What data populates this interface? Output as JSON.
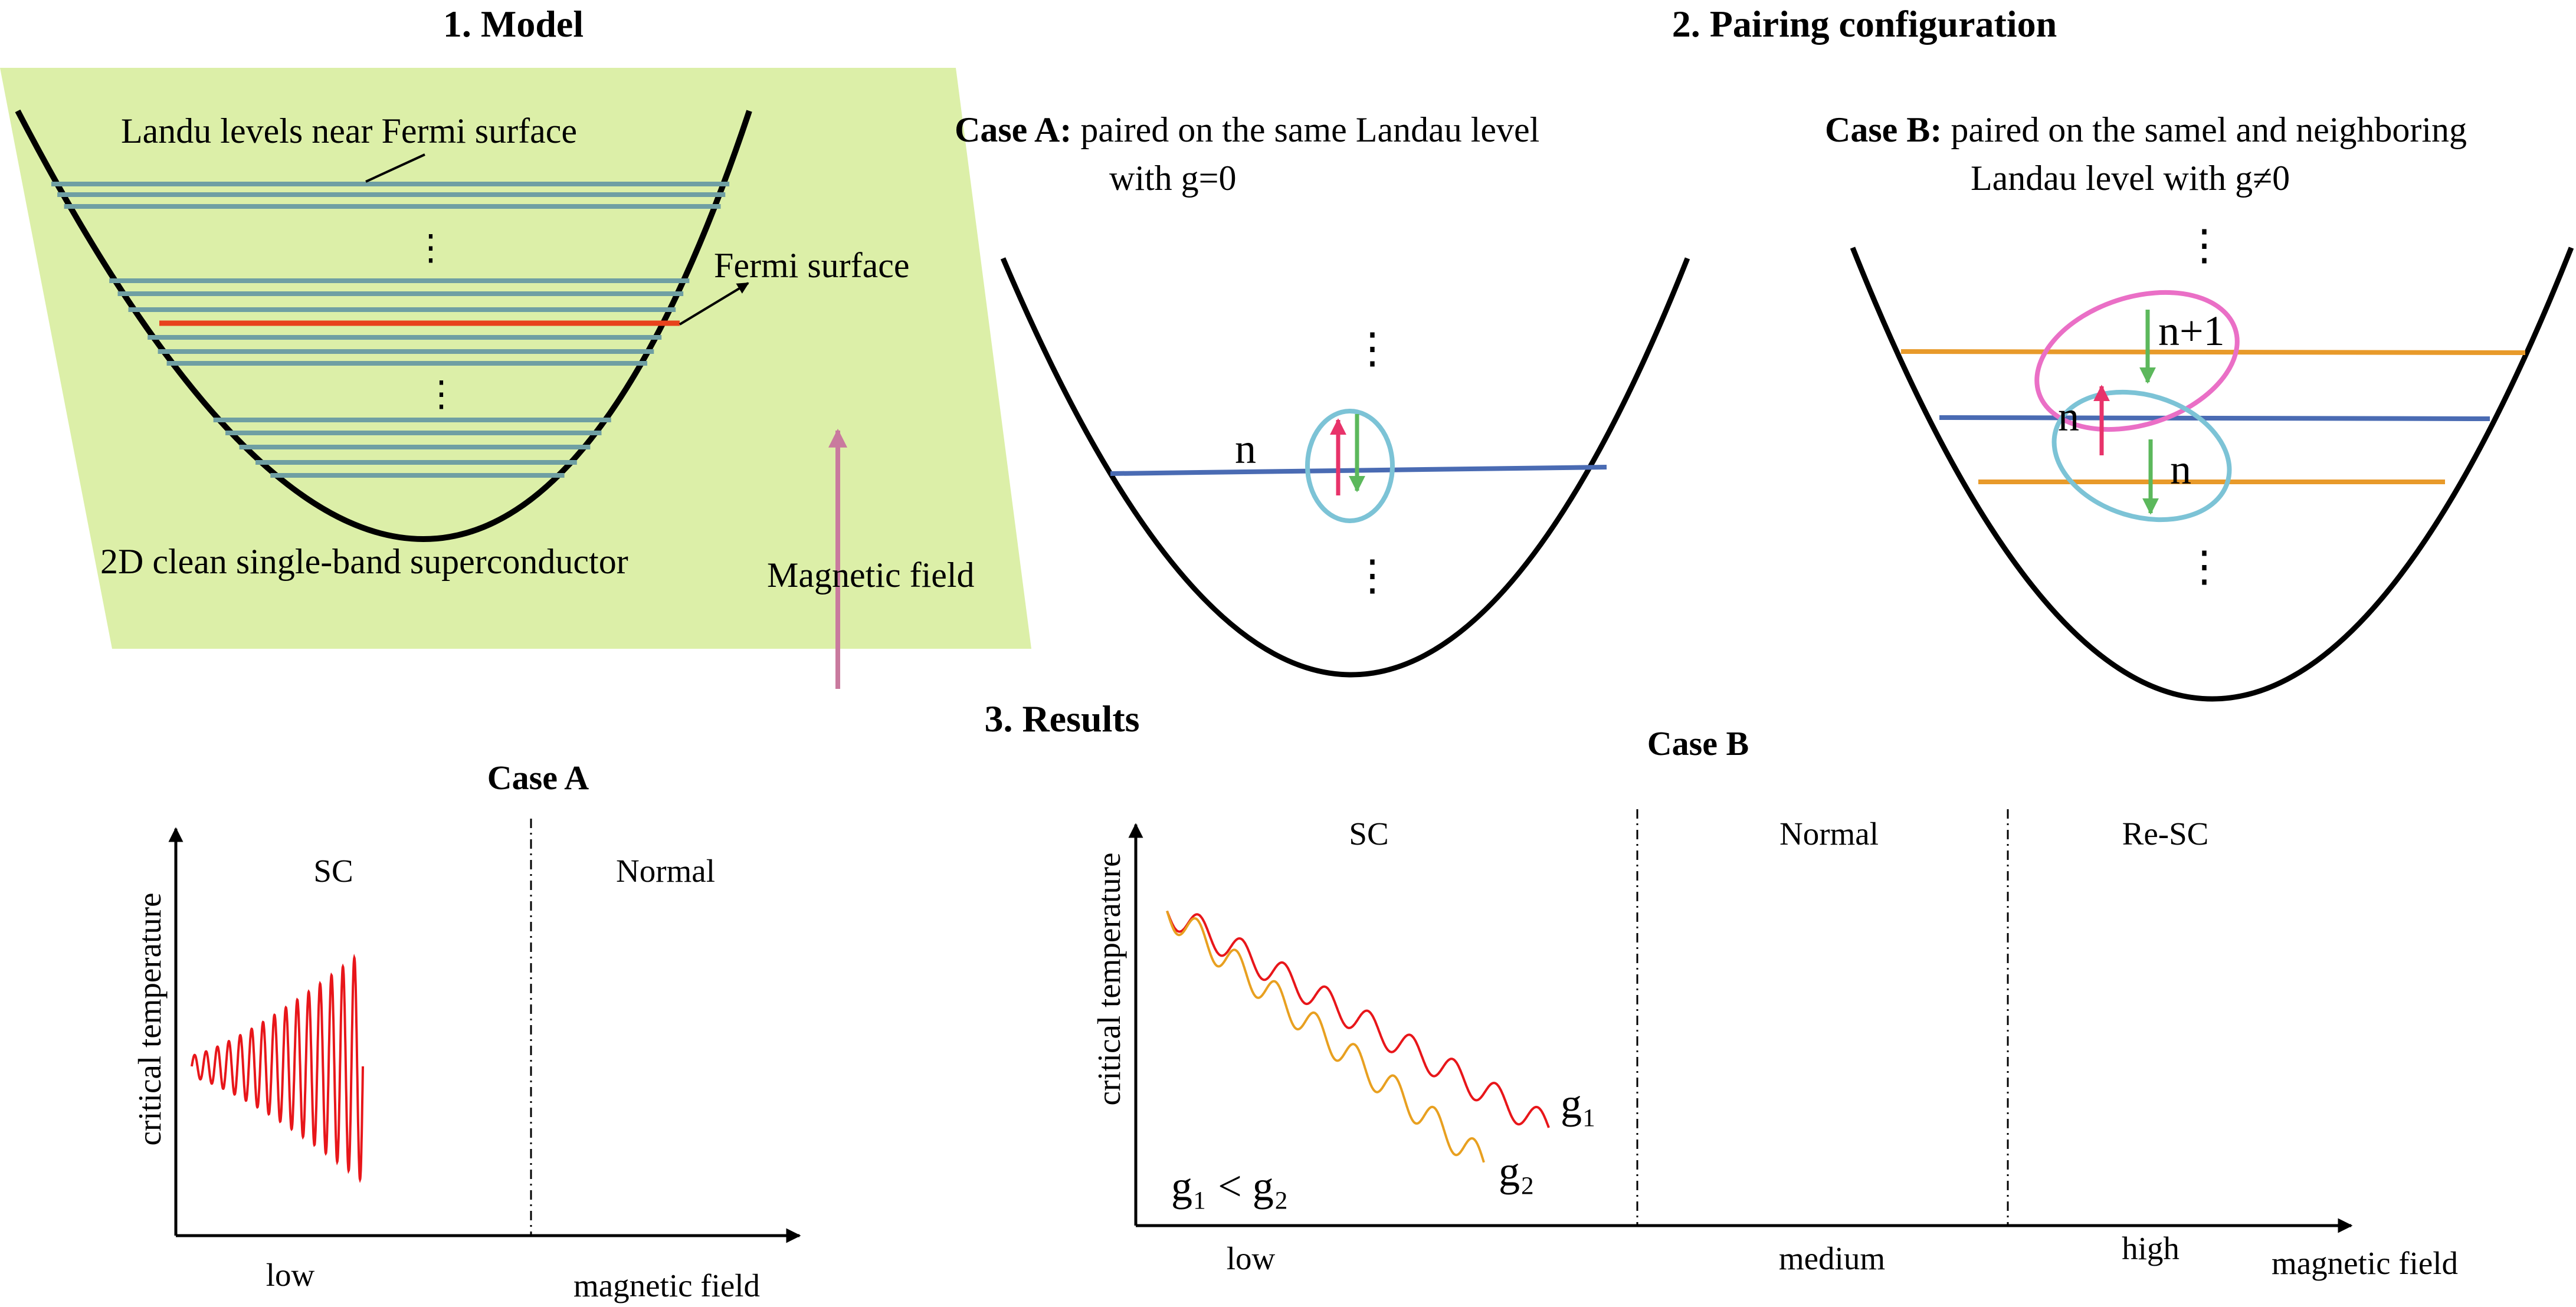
{
  "colors": {
    "model_bg": "#dcefa8",
    "level_line": "#6f9fa3",
    "fermi_line": "#e8421c",
    "mid_level": "#4a6bb3",
    "side_level": "#e89a2a",
    "field_arrow": "#c97a9e",
    "spin_up": "#e8336a",
    "spin_down": "#5cb85c",
    "ellipse_blue": "#7cc3d6",
    "ellipse_pink": "#ea6fc6",
    "curve_red": "#e8161a",
    "curve_orange": "#e8a020"
  },
  "model": {
    "heading": "1. Model",
    "landau_label": "Landu levels near Fermi surface",
    "fermi_label": "Fermi surface",
    "system_label": "2D clean single-band superconductor",
    "field_label": "Magnetic field",
    "dots": "⋮"
  },
  "pairing": {
    "heading": "2. Pairing configuration",
    "case_a": {
      "tag": "Case A:",
      "line1": " paired on the same Landau level",
      "line2": "with g=0",
      "level_label": "n",
      "dots": "⋮"
    },
    "case_b": {
      "tag": "Case B:",
      "line1": " paired on the samel and neighboring",
      "line2": "Landau level with  g≠0",
      "upper_label": "n+1",
      "middle_label": "n",
      "lower_label": "n",
      "dots": "⋮"
    }
  },
  "results": {
    "heading": "3. Results"
  },
  "chart_data": [
    {
      "type": "line",
      "title": "Case A",
      "xlabel": "magnetic field",
      "ylabel": "critical temperature",
      "x_tick_labels": [
        "low"
      ],
      "regions": [
        "SC",
        "Normal"
      ],
      "series": [
        {
          "description": "oscillation amplitude grows with field until transition",
          "oscillations": 15,
          "amplitude_start": 0.08,
          "amplitude_end": 0.85
        }
      ]
    },
    {
      "type": "line",
      "title": "Case B",
      "xlabel": "magnetic field",
      "ylabel": "critical temperature",
      "x_tick_labels": [
        "low",
        "medium",
        "high"
      ],
      "regions": [
        "SC",
        "Normal",
        "Re-SC"
      ],
      "annotation": "g₁ <  g₂",
      "series": [
        {
          "name": "g₁",
          "oscillations": 9,
          "start": 0.95,
          "end": 0.2
        },
        {
          "name": "g₂",
          "oscillations": 8,
          "start": 0.95,
          "end": 0.08
        }
      ]
    }
  ]
}
